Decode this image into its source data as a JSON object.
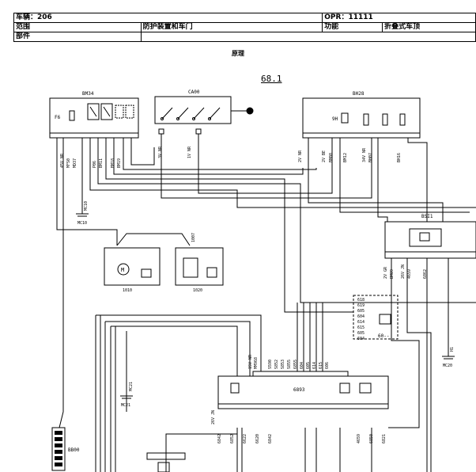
{
  "header": {
    "vehicle": "车辆：206",
    "opr": "OPR：11111",
    "scope_label": "范围",
    "scope_value": "防护装置和车门",
    "function_label": "功能",
    "function_value": "折叠式车顶",
    "part_label": "部件"
  },
  "caption": "原理",
  "page_ref": "68.1",
  "components": {
    "bm34": "BM34",
    "ca00": "CA00",
    "bh28": "BH28",
    "bsi1": "BSI1",
    "f6": "F6",
    "mc10": "MC10",
    "mc10v": "MC10",
    "m1010": "1010",
    "m1020": "1020",
    "c1007": "1007",
    "c6893": "6893",
    "mc21": "MC21",
    "mc21v": "MC21",
    "mc20": "MC20",
    "bb00": "BB00",
    "sixty": "60--",
    "h1": "H1"
  },
  "wires": {
    "bm34": [
      "45V NR",
      "MFS0",
      "MD37",
      "P06",
      "BM11",
      "BM18",
      "BM19"
    ],
    "ca00": [
      "3V NR",
      "1V NR"
    ],
    "bh28": [
      "2V NR",
      "2V BE",
      "BM08",
      "BM12",
      "34V NR",
      "BH07",
      "BH16"
    ],
    "bsi": [
      "2V GR",
      "BM09",
      "26V JN",
      "4659",
      "6862"
    ],
    "c6893_top": [
      "15V NR",
      "MM968",
      "S590",
      "S852",
      "S853",
      "S855",
      "6855",
      "604",
      "605",
      "614",
      "615",
      "606"
    ],
    "c6893_bot": [
      "26V JN",
      "6842",
      "6852",
      "6622",
      "6620",
      "6842",
      "4659",
      "6850",
      "6821"
    ],
    "legend": [
      "618",
      "619",
      "605",
      "604",
      "614",
      "615",
      "605",
      "604"
    ]
  }
}
